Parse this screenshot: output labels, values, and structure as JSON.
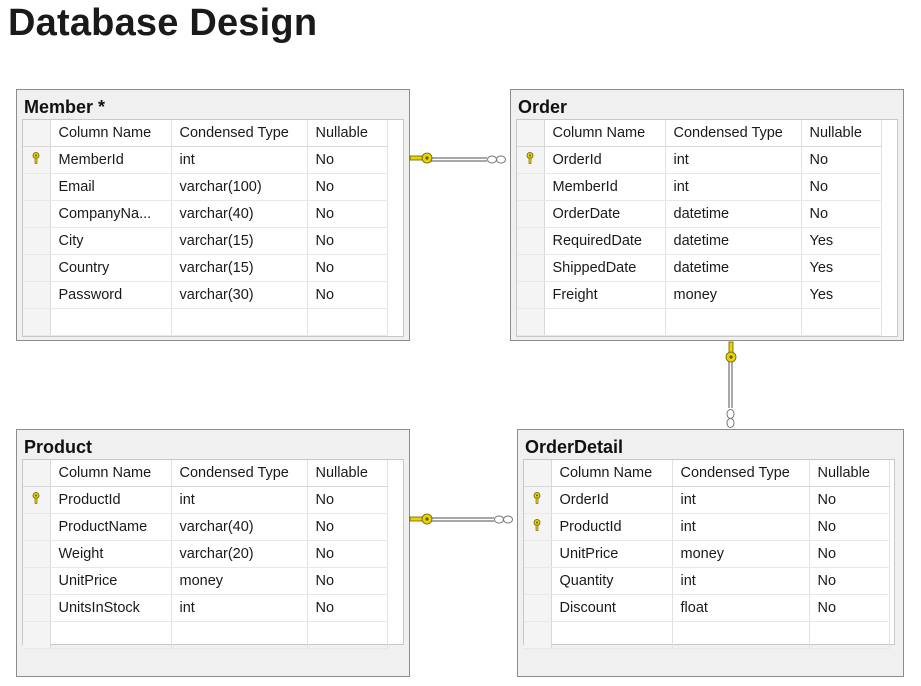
{
  "page": {
    "title": "Database Design"
  },
  "tables": {
    "member": {
      "title": "Member *",
      "headers": [
        "Column Name",
        "Condensed Type",
        "Nullable"
      ],
      "rows": [
        {
          "name": "MemberId",
          "type": "int",
          "nullable": "No",
          "key": true
        },
        {
          "name": "Email",
          "type": "varchar(100)",
          "nullable": "No",
          "key": false
        },
        {
          "name": "CompanyNa...",
          "type": "varchar(40)",
          "nullable": "No",
          "key": false
        },
        {
          "name": "City",
          "type": "varchar(15)",
          "nullable": "No",
          "key": false
        },
        {
          "name": "Country",
          "type": "varchar(15)",
          "nullable": "No",
          "key": false
        },
        {
          "name": "Password",
          "type": "varchar(30)",
          "nullable": "No",
          "key": false
        }
      ]
    },
    "order": {
      "title": "Order",
      "headers": [
        "Column Name",
        "Condensed Type",
        "Nullable"
      ],
      "rows": [
        {
          "name": "OrderId",
          "type": "int",
          "nullable": "No",
          "key": true
        },
        {
          "name": "MemberId",
          "type": "int",
          "nullable": "No",
          "key": false
        },
        {
          "name": "OrderDate",
          "type": "datetime",
          "nullable": "No",
          "key": false
        },
        {
          "name": "RequiredDate",
          "type": "datetime",
          "nullable": "Yes",
          "key": false
        },
        {
          "name": "ShippedDate",
          "type": "datetime",
          "nullable": "Yes",
          "key": false
        },
        {
          "name": "Freight",
          "type": "money",
          "nullable": "Yes",
          "key": false
        }
      ]
    },
    "product": {
      "title": "Product",
      "headers": [
        "Column Name",
        "Condensed Type",
        "Nullable"
      ],
      "rows": [
        {
          "name": "ProductId",
          "type": "int",
          "nullable": "No",
          "key": true
        },
        {
          "name": "ProductName",
          "type": "varchar(40)",
          "nullable": "No",
          "key": false
        },
        {
          "name": "Weight",
          "type": "varchar(20)",
          "nullable": "No",
          "key": false
        },
        {
          "name": "UnitPrice",
          "type": "money",
          "nullable": "No",
          "key": false
        },
        {
          "name": "UnitsInStock",
          "type": "int",
          "nullable": "No",
          "key": false
        }
      ]
    },
    "orderdetail": {
      "title": "OrderDetail",
      "headers": [
        "Column Name",
        "Condensed Type",
        "Nullable"
      ],
      "rows": [
        {
          "name": "OrderId",
          "type": "int",
          "nullable": "No",
          "key": true
        },
        {
          "name": "ProductId",
          "type": "int",
          "nullable": "No",
          "key": true
        },
        {
          "name": "UnitPrice",
          "type": "money",
          "nullable": "No",
          "key": false
        },
        {
          "name": "Quantity",
          "type": "int",
          "nullable": "No",
          "key": false
        },
        {
          "name": "Discount",
          "type": "float",
          "nullable": "No",
          "key": false
        }
      ]
    }
  },
  "relationships": [
    {
      "from": "Member",
      "to": "Order",
      "from_end": "key-icon",
      "to_end": "infinity-icon"
    },
    {
      "from": "Order",
      "to": "OrderDetail",
      "from_end": "key-icon",
      "to_end": "infinity-icon"
    },
    {
      "from": "Product",
      "to": "OrderDetail",
      "from_end": "key-icon",
      "to_end": "infinity-icon"
    }
  ],
  "colors": {
    "key": "#e8d400",
    "key_outline": "#6b5a00",
    "line": "#8a8a8a",
    "box_bg": "#f0f0f0"
  }
}
